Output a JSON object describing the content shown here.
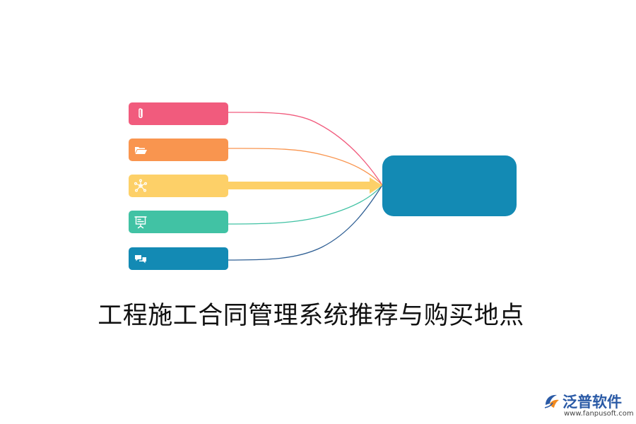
{
  "colors": {
    "pink": "#f15b7d",
    "orange": "#f9954f",
    "yellow": "#fdd068",
    "green": "#41c2a4",
    "blue": "#138ab4",
    "dark_blue": "#2f5f94",
    "hub": "#138ab4",
    "title": "#111111",
    "brand": "#2a5aa6"
  },
  "nodes": [
    {
      "id": "node-1",
      "icon": "paperclip-icon",
      "color": "#f15b7d"
    },
    {
      "id": "node-2",
      "icon": "folder-open-icon",
      "color": "#f9954f"
    },
    {
      "id": "node-3",
      "icon": "network-icon",
      "color": "#fdd068"
    },
    {
      "id": "node-4",
      "icon": "presentation-board-icon",
      "color": "#41c2a4"
    },
    {
      "id": "node-5",
      "icon": "chat-bubbles-icon",
      "color": "#138ab4"
    }
  ],
  "hub": {
    "color": "#138ab4"
  },
  "title": "工程施工合同管理系统推荐与购买地点",
  "brand": {
    "name": "泛普软件",
    "url": "www.fanpusoft.com",
    "icon": "fanpu-logo-icon"
  }
}
